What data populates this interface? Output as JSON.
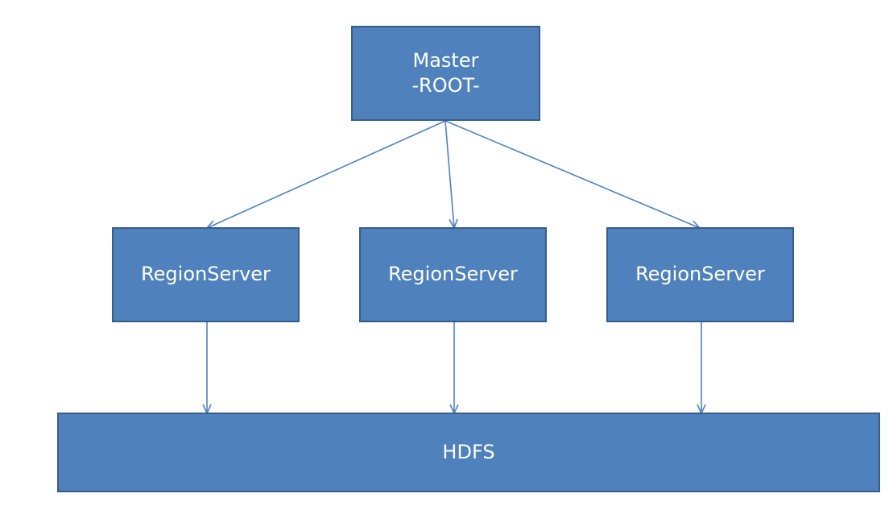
{
  "nodes": {
    "master": {
      "line1": "Master",
      "line2": "-ROOT-"
    },
    "region_servers": [
      {
        "label": "RegionServer"
      },
      {
        "label": "RegionServer"
      },
      {
        "label": "RegionServer"
      }
    ],
    "hdfs": {
      "label": "HDFS"
    }
  },
  "edges": [
    {
      "from": "master",
      "to": "region_servers.0"
    },
    {
      "from": "master",
      "to": "region_servers.1"
    },
    {
      "from": "master",
      "to": "region_servers.2"
    },
    {
      "from": "region_servers.0",
      "to": "hdfs"
    },
    {
      "from": "region_servers.1",
      "to": "hdfs"
    },
    {
      "from": "region_servers.2",
      "to": "hdfs"
    }
  ],
  "colors": {
    "node_fill": "#4f81bd",
    "node_border": "#385d8a",
    "edge": "#4f81bd",
    "text": "#ffffff"
  }
}
